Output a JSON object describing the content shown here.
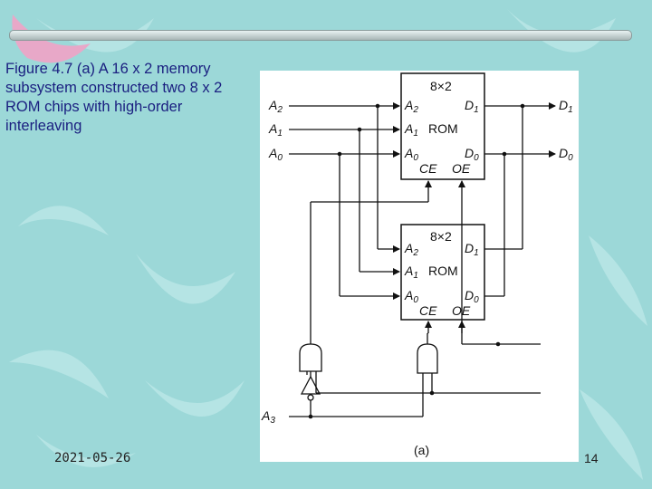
{
  "slide": {
    "caption": "Figure 4.7 (a)   A 16 x 2 memory subsystem constructed two 8 x 2 ROM chips with high-order interleaving",
    "date": "2021-05-26",
    "page_number": "14"
  },
  "figure": {
    "label": "(a)",
    "top_chip": {
      "size": "8×2",
      "type": "ROM",
      "in_a2": "A",
      "in_a1": "A",
      "in_a0": "A",
      "out_d1": "D",
      "out_d0": "D",
      "ce": "CE",
      "oe": "OE"
    },
    "bottom_chip": {
      "size": "8×2",
      "type": "ROM",
      "in_a2": "A",
      "in_a1": "A",
      "in_a0": "A",
      "out_d1": "D",
      "out_d0": "D",
      "ce": "CE",
      "oe": "OE"
    },
    "inputs": {
      "a2": "A",
      "a1": "A",
      "a0": "A",
      "a3": "A"
    },
    "outputs": {
      "d1": "D",
      "d0": "D"
    },
    "subscripts": {
      "a2": "2",
      "a1": "1",
      "a0": "0",
      "a3": "3",
      "d1": "1",
      "d0": "0"
    }
  }
}
